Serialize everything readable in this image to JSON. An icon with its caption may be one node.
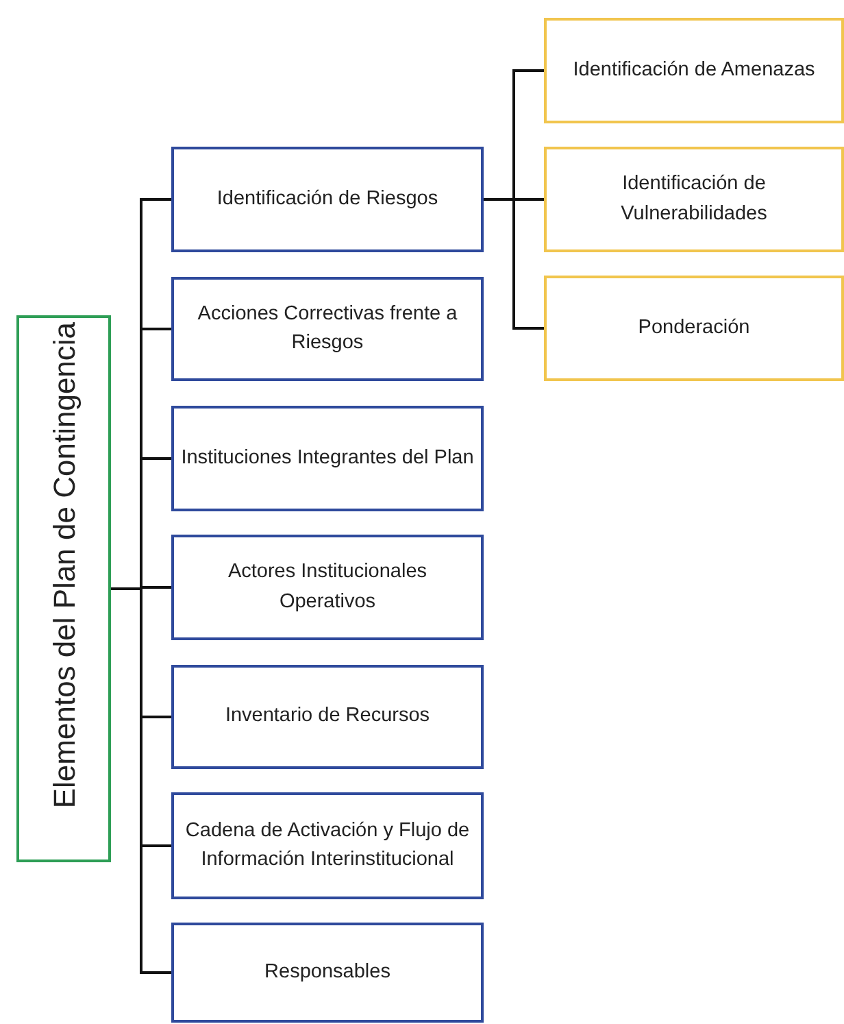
{
  "diagram": {
    "nodes": [
      {
        "text": [
          "Elementos del Plan de Contingencia"
        ]
      },
      {
        "text": [
          "Identificación de Riesgos"
        ]
      },
      {
        "text": [
          "Acciones Correctivas frente a Riesgos"
        ]
      },
      {
        "text": [
          "Instituciones Integrantes del Plan"
        ]
      },
      {
        "text": [
          "Actores Institucionales Operativos"
        ]
      },
      {
        "text": [
          "Inventario de Recursos"
        ]
      },
      {
        "text": [
          "Cadena de Activación y Flujo de Información Interinstitucional"
        ]
      },
      {
        "text": [
          "Responsables"
        ]
      },
      {
        "text": [
          "Identificación de Amenazas"
        ]
      },
      {
        "text": [
          "Identificación de Vulnerabilidades"
        ]
      },
      {
        "text": [
          "Ponderación"
        ]
      }
    ],
    "edges": [
      {
        "from": 0,
        "to": 1,
        "arrow": "none"
      },
      {
        "from": 0,
        "to": 2,
        "arrow": "none"
      },
      {
        "from": 0,
        "to": 3,
        "arrow": "none"
      },
      {
        "from": 0,
        "to": 4,
        "arrow": "none"
      },
      {
        "from": 0,
        "to": 5,
        "arrow": "none"
      },
      {
        "from": 0,
        "to": 6,
        "arrow": "none"
      },
      {
        "from": 0,
        "to": 7,
        "arrow": "none"
      },
      {
        "from": 1,
        "to": 8,
        "arrow": "none"
      },
      {
        "from": 1,
        "to": 9,
        "arrow": "none"
      },
      {
        "from": 1,
        "to": 10,
        "arrow": "none"
      }
    ]
  }
}
